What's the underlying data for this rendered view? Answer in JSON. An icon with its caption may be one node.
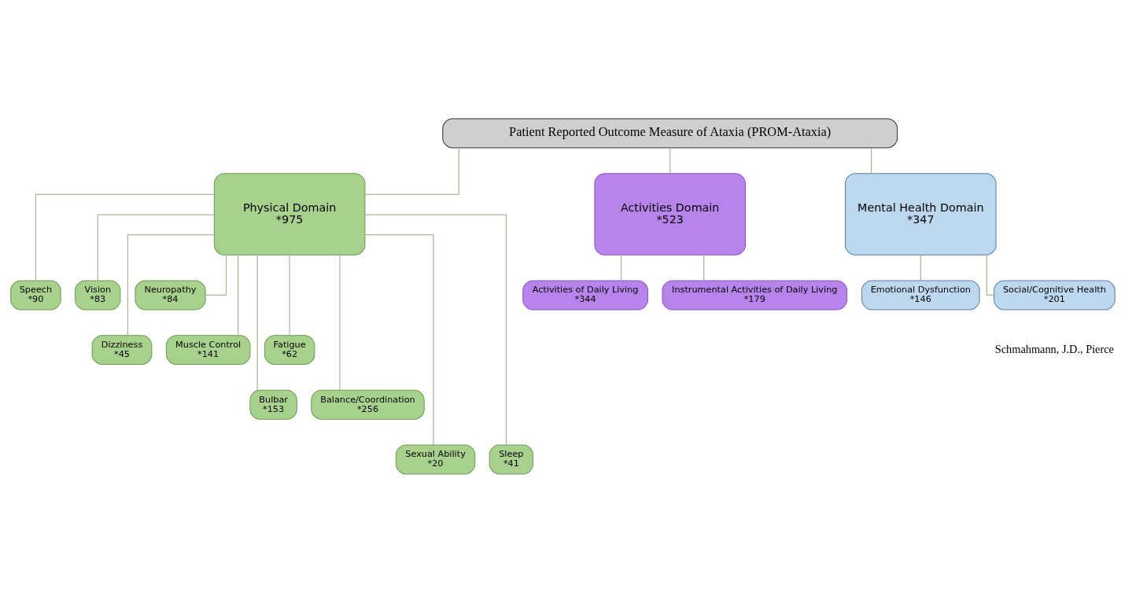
{
  "diagram": {
    "nodes": [
      {
        "text": [
          "Patient Reported Outcome Measure of Ataxia (PROM-Ataxia)"
        ]
      },
      {
        "text": [
          "Physical Domain",
          "*975"
        ]
      },
      {
        "text": [
          "Activities Domain",
          "*523"
        ]
      },
      {
        "text": [
          "Mental Health Domain",
          "*347"
        ]
      },
      {
        "text": [
          "Speech",
          "*90"
        ]
      },
      {
        "text": [
          "Vision",
          "*83"
        ]
      },
      {
        "text": [
          "Neuropathy",
          "*84"
        ]
      },
      {
        "text": [
          "Dizziness",
          "*45"
        ]
      },
      {
        "text": [
          "Muscle Control",
          "*141"
        ]
      },
      {
        "text": [
          "Fatigue",
          "*62"
        ]
      },
      {
        "text": [
          "Bulbar",
          "*153"
        ]
      },
      {
        "text": [
          "Balance/Coordination",
          "*256"
        ]
      },
      {
        "text": [
          "Sexual Ability",
          "*20"
        ]
      },
      {
        "text": [
          "Sleep",
          "*41"
        ]
      },
      {
        "text": [
          "Activities of Daily Living",
          "*344"
        ]
      },
      {
        "text": [
          "Instrumental Activities of Daily Living",
          "*179"
        ]
      },
      {
        "text": [
          "Emotional Dysfunction",
          "*146"
        ]
      },
      {
        "text": [
          "Social/Cognitive Health",
          "*201"
        ]
      }
    ],
    "edges": [
      {
        "from": 0,
        "to": 1,
        "arrow": "none"
      },
      {
        "from": 0,
        "to": 2,
        "arrow": "none"
      },
      {
        "from": 0,
        "to": 3,
        "arrow": "none"
      },
      {
        "from": 1,
        "to": 4,
        "arrow": "none"
      },
      {
        "from": 1,
        "to": 5,
        "arrow": "none"
      },
      {
        "from": 1,
        "to": 6,
        "arrow": "none"
      },
      {
        "from": 1,
        "to": 7,
        "arrow": "none"
      },
      {
        "from": 1,
        "to": 8,
        "arrow": "none"
      },
      {
        "from": 1,
        "to": 9,
        "arrow": "none"
      },
      {
        "from": 1,
        "to": 10,
        "arrow": "none"
      },
      {
        "from": 1,
        "to": 11,
        "arrow": "none"
      },
      {
        "from": 1,
        "to": 12,
        "arrow": "none"
      },
      {
        "from": 1,
        "to": 13,
        "arrow": "none"
      },
      {
        "from": 2,
        "to": 14,
        "arrow": "none"
      },
      {
        "from": 2,
        "to": 15,
        "arrow": "none"
      },
      {
        "from": 3,
        "to": 16,
        "arrow": "none"
      },
      {
        "from": 3,
        "to": 17,
        "arrow": "none"
      }
    ],
    "labels": [
      "Schmahmann, J.D., Pierce"
    ]
  }
}
